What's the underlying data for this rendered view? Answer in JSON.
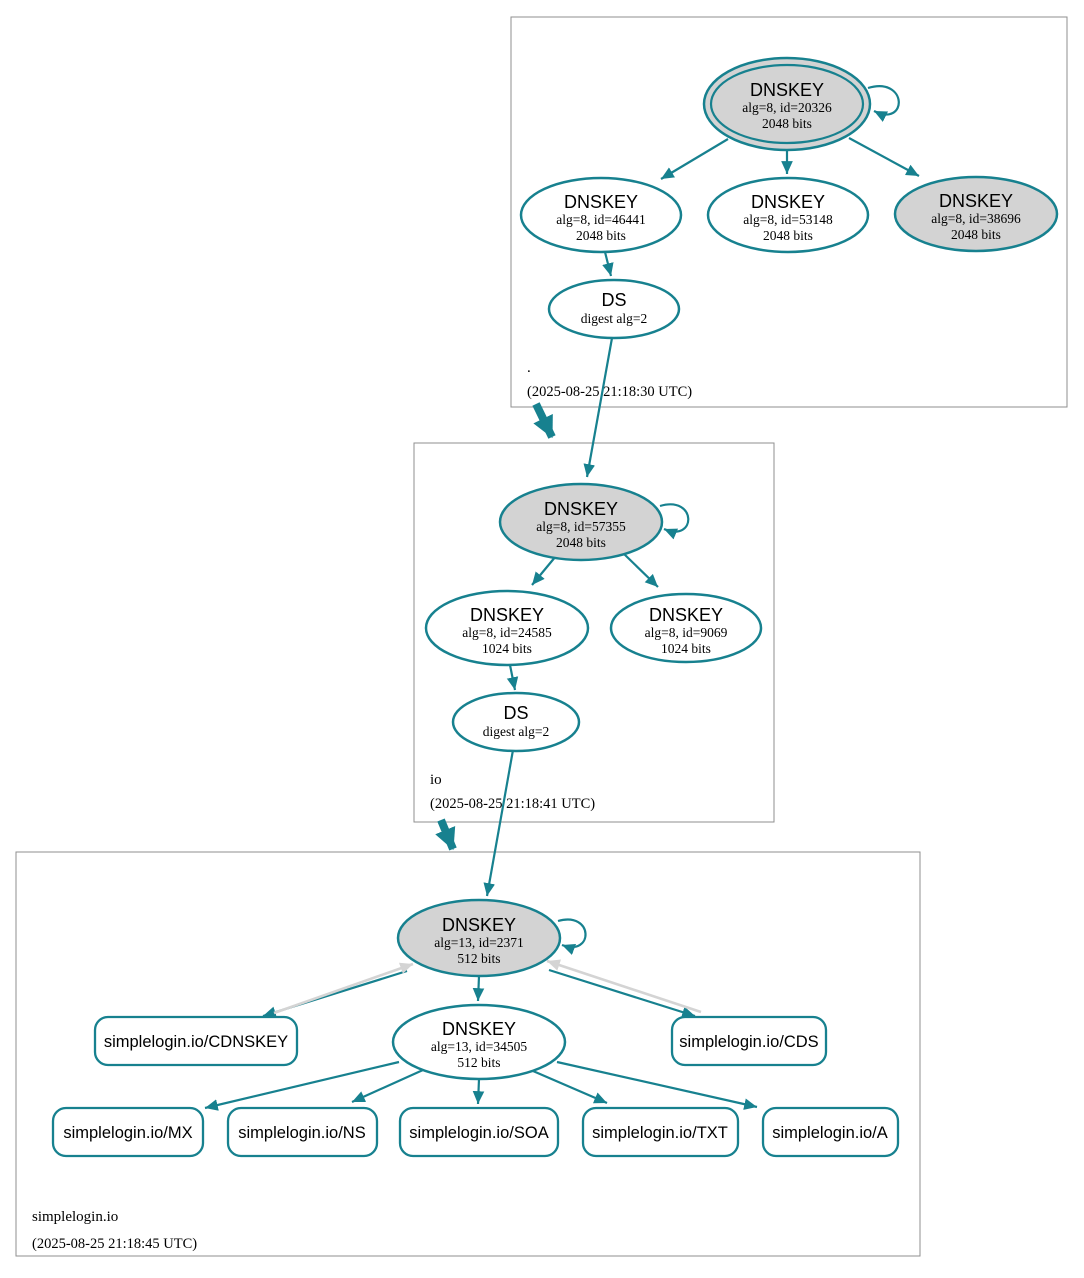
{
  "diagram": {
    "kind": "DNSSEC authentication chain graph",
    "colors": {
      "edge_teal": "#17818f",
      "edge_gray": "#d4d4d4",
      "ksk_fill": "#d3d3d3",
      "node_fill": "#ffffff",
      "zone_box_border": "#8f8f8f",
      "text": "#000000"
    }
  },
  "zones": [
    {
      "name": ".",
      "timestamp": "(2025-08-25 21:18:30 UTC)",
      "nodes": {
        "ksk": {
          "title": "DNSKEY",
          "subtitle": "alg=8, id=20326",
          "bits": "2048 bits"
        },
        "zsk1": {
          "title": "DNSKEY",
          "subtitle": "alg=8, id=46441",
          "bits": "2048 bits"
        },
        "zsk2": {
          "title": "DNSKEY",
          "subtitle": "alg=8, id=53148",
          "bits": "2048 bits"
        },
        "zsk3": {
          "title": "DNSKEY",
          "subtitle": "alg=8, id=38696",
          "bits": "2048 bits"
        },
        "ds": {
          "title": "DS",
          "subtitle": "digest alg=2"
        }
      }
    },
    {
      "name": "io",
      "timestamp": "(2025-08-25 21:18:41 UTC)",
      "nodes": {
        "ksk": {
          "title": "DNSKEY",
          "subtitle": "alg=8, id=57355",
          "bits": "2048 bits"
        },
        "zsk1": {
          "title": "DNSKEY",
          "subtitle": "alg=8, id=24585",
          "bits": "1024 bits"
        },
        "zsk2": {
          "title": "DNSKEY",
          "subtitle": "alg=8, id=9069",
          "bits": "1024 bits"
        },
        "ds": {
          "title": "DS",
          "subtitle": "digest alg=2"
        }
      }
    },
    {
      "name": "simplelogin.io",
      "timestamp": "(2025-08-25 21:18:45 UTC)",
      "nodes": {
        "ksk": {
          "title": "DNSKEY",
          "subtitle": "alg=13, id=2371",
          "bits": "512 bits"
        },
        "zsk": {
          "title": "DNSKEY",
          "subtitle": "alg=13, id=34505",
          "bits": "512 bits"
        },
        "cdnskey": {
          "label": "simplelogin.io/CDNSKEY"
        },
        "cds": {
          "label": "simplelogin.io/CDS"
        },
        "mx": {
          "label": "simplelogin.io/MX"
        },
        "ns": {
          "label": "simplelogin.io/NS"
        },
        "soa": {
          "label": "simplelogin.io/SOA"
        },
        "txt": {
          "label": "simplelogin.io/TXT"
        },
        "a": {
          "label": "simplelogin.io/A"
        }
      }
    }
  ]
}
